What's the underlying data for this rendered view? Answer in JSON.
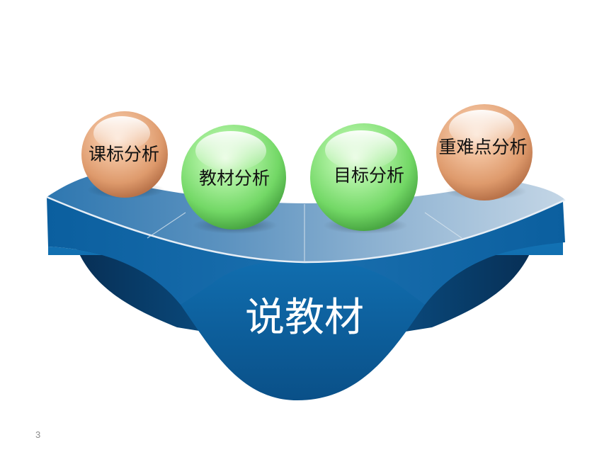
{
  "slide": {
    "title": "说教材",
    "page_number": "3",
    "topics": [
      {
        "label": "课标分析",
        "style": "orange"
      },
      {
        "label": "教材分析",
        "style": "green"
      },
      {
        "label": "目标分析",
        "style": "green"
      },
      {
        "label": "重难点分析",
        "style": "orange"
      }
    ]
  },
  "colors": {
    "bowl_dark": "#0a4f86",
    "bowl_mid": "#0e6aa9",
    "rim_light": "#c7d9e8",
    "orange_ball": "#e6a77d",
    "green_ball": "#86e07e",
    "title_text": "#ffffff"
  }
}
